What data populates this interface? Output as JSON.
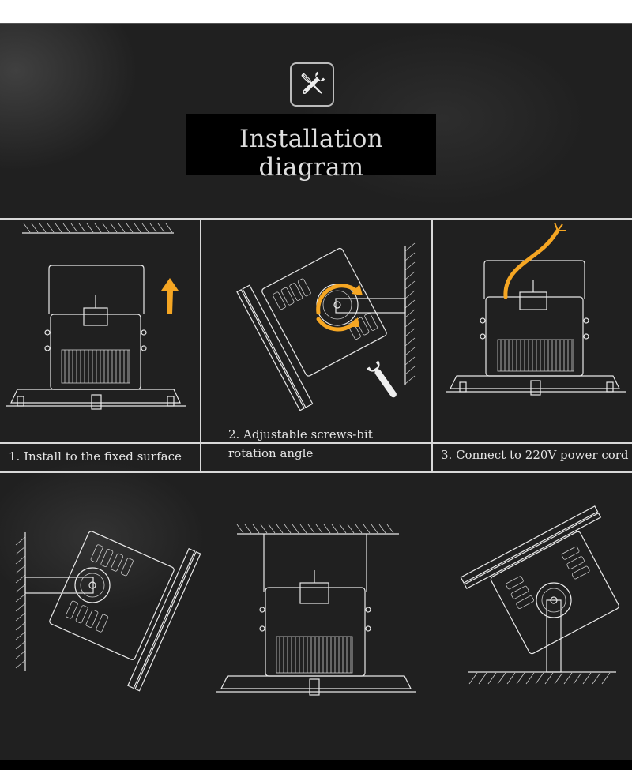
{
  "header": {
    "icon": "tools-icon",
    "title": "Installation diagram"
  },
  "steps": [
    {
      "label": "1. Install to the fixed surface",
      "icon": "arrow-up-icon"
    },
    {
      "label_line1": "2. Adjustable screws-bit",
      "label_line2": "rotation angle",
      "icon": "rotate-arrows-icon"
    },
    {
      "label": "3. Connect to 220V power cord",
      "icon": "power-cord-icon"
    }
  ],
  "mounting_views": [
    {
      "name": "wall-mount-side-view"
    },
    {
      "name": "ceiling-mount-front-view"
    },
    {
      "name": "floor-mount-tilted-view"
    }
  ],
  "colors": {
    "background": "#202020",
    "line": "#d8d8d8",
    "accent": "#f5a623",
    "title_box": "#000000"
  }
}
